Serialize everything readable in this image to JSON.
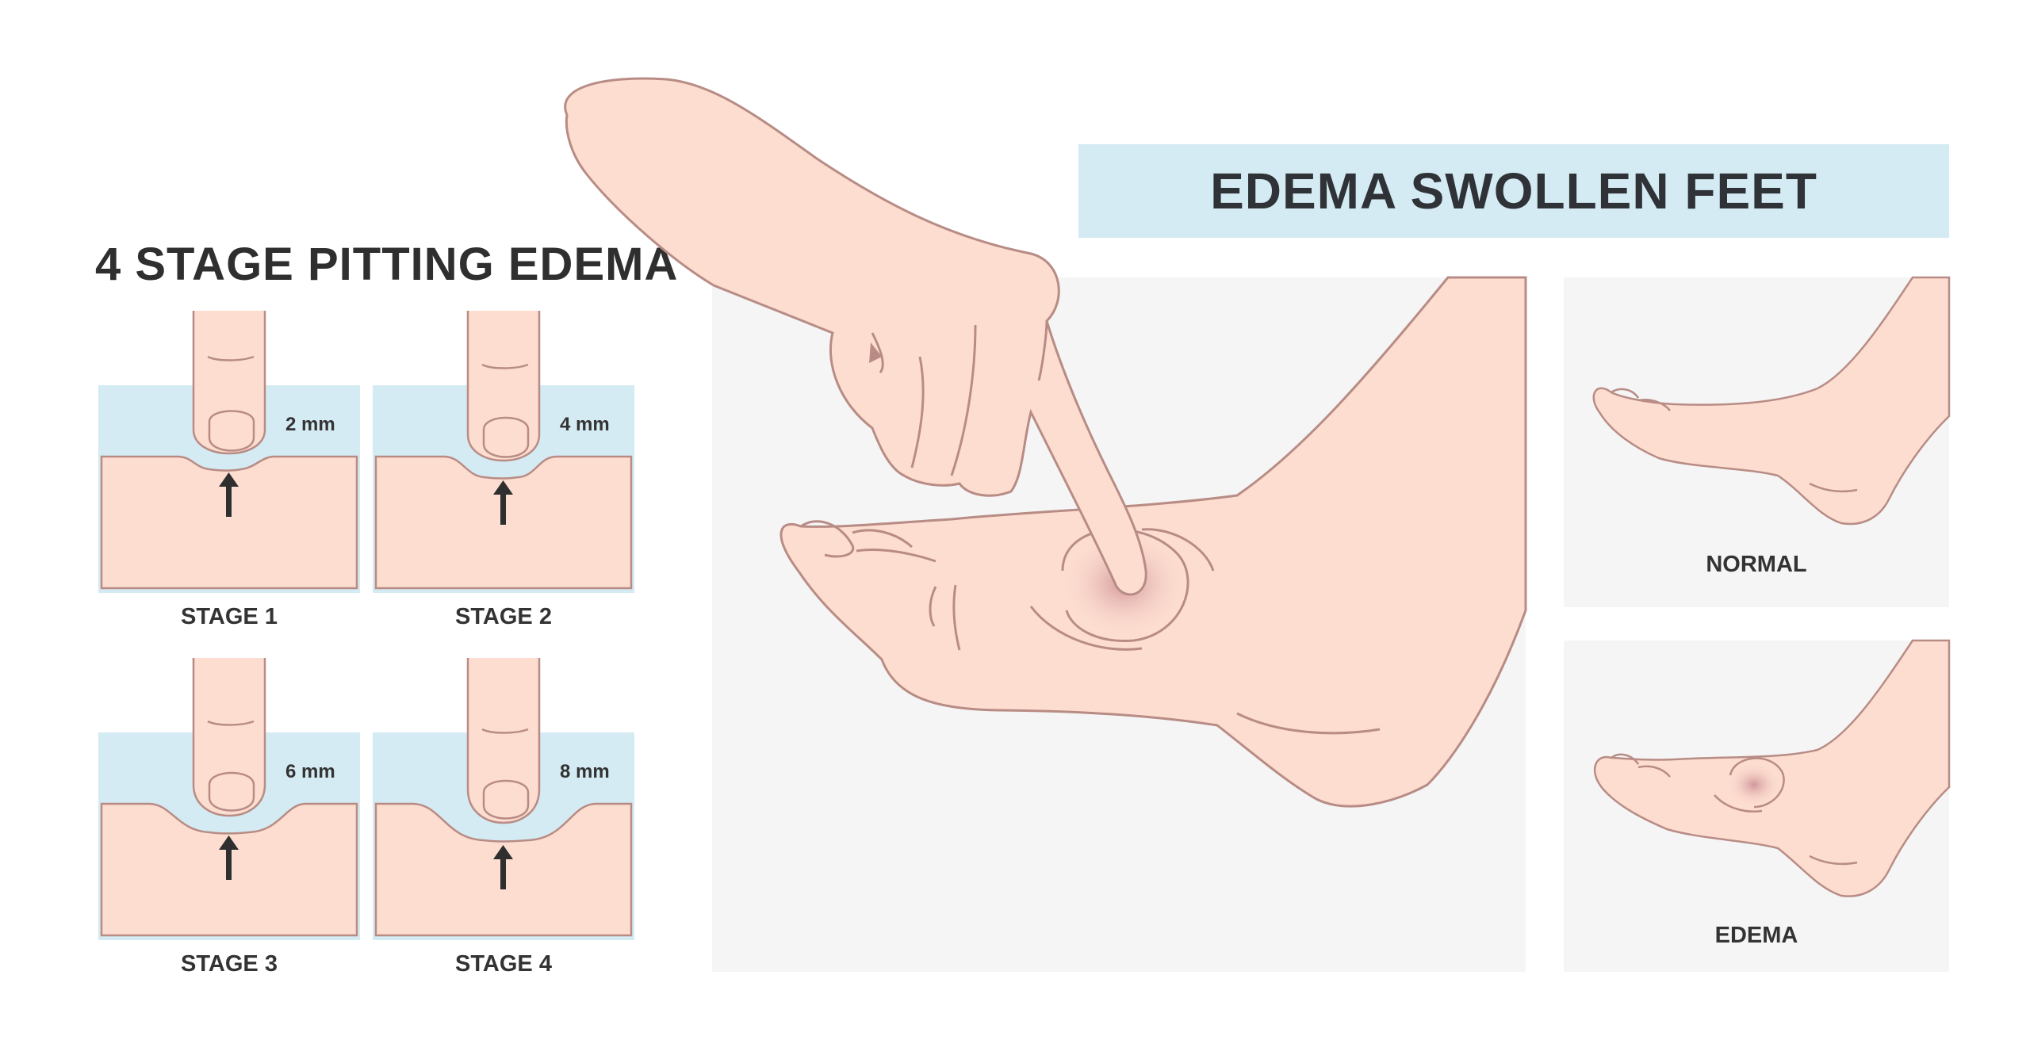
{
  "left_title": "4 STAGE PITTING EDEMA",
  "main_title": "EDEMA SWOLLEN FEET",
  "stages": [
    {
      "label": "STAGE 1",
      "depth": "2 mm"
    },
    {
      "label": "STAGE 2",
      "depth": "4 mm"
    },
    {
      "label": "STAGE 3",
      "depth": "6 mm"
    },
    {
      "label": "STAGE 4",
      "depth": "8 mm"
    }
  ],
  "comparison": {
    "normal_label": "NORMAL",
    "edema_label": "EDEMA"
  },
  "colors": {
    "skin": "#fdddd0",
    "outline": "#b88c85",
    "fluid": "#d4ebf3",
    "panel": "#f5f5f5",
    "bruise": "#c98a92",
    "arrow": "#2f2f2f"
  }
}
